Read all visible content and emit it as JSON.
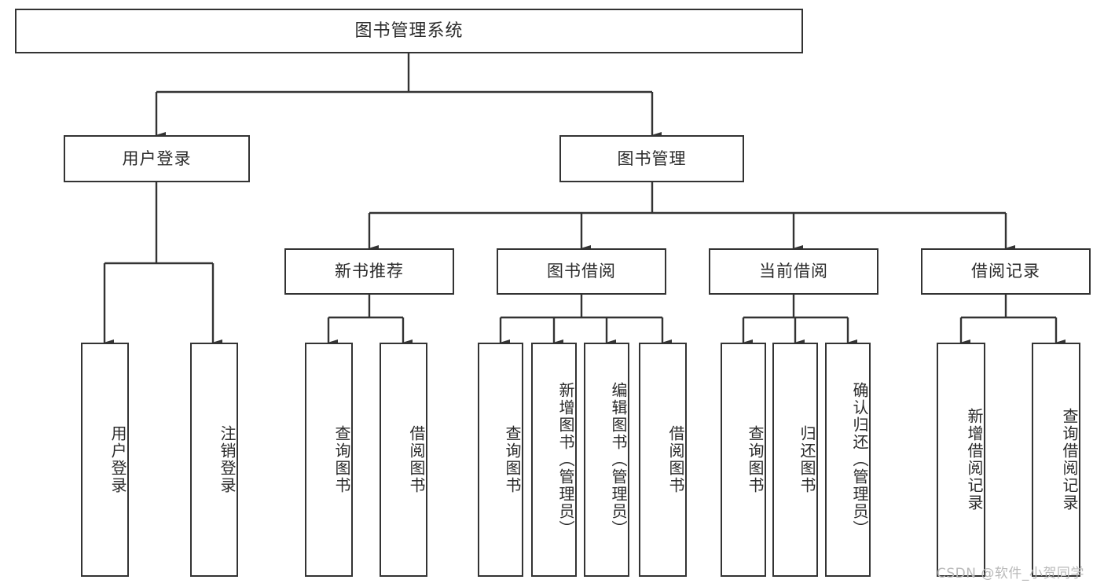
{
  "diagram": {
    "title": "图书管理系统",
    "type": "tree-hierarchy-diagram",
    "watermark": "CSDN @软件_小贺同学",
    "colors": {
      "stroke": "#333333",
      "box_fill": "#ffffff",
      "text": "#2b2b2b",
      "background": "#ffffff",
      "watermark": "#b9b9b9"
    },
    "root": {
      "label": "图书管理系统"
    },
    "level2": [
      {
        "id": "user-login",
        "label": "用户登录"
      },
      {
        "id": "book-manage",
        "label": "图书管理"
      }
    ],
    "level3": [
      {
        "id": "new-book-recommend",
        "label": "新书推荐",
        "parent": "book-manage"
      },
      {
        "id": "book-borrow",
        "label": "图书借阅",
        "parent": "book-manage"
      },
      {
        "id": "current-borrow",
        "label": "当前借阅",
        "parent": "book-manage"
      },
      {
        "id": "borrow-record",
        "label": "借阅记录",
        "parent": "book-manage"
      }
    ],
    "leaves": [
      {
        "id": "leaf-user-login",
        "label": "用户登录",
        "parent": "user-login"
      },
      {
        "id": "leaf-logout-login",
        "label": "注销登录",
        "parent": "user-login"
      },
      {
        "id": "leaf-query-book-1",
        "label": "查询图书",
        "parent": "new-book-recommend"
      },
      {
        "id": "leaf-borrow-book-1",
        "label": "借阅图书",
        "parent": "new-book-recommend"
      },
      {
        "id": "leaf-query-book-2",
        "label": "查询图书",
        "parent": "book-borrow"
      },
      {
        "id": "leaf-add-book",
        "label": "新增图书（管理员）",
        "parent": "book-borrow"
      },
      {
        "id": "leaf-edit-book",
        "label": "编辑图书（管理员）",
        "parent": "book-borrow"
      },
      {
        "id": "leaf-borrow-book-2",
        "label": "借阅图书",
        "parent": "book-borrow"
      },
      {
        "id": "leaf-query-book-3",
        "label": "查询图书",
        "parent": "current-borrow"
      },
      {
        "id": "leaf-return-book",
        "label": "归还图书",
        "parent": "current-borrow"
      },
      {
        "id": "leaf-confirm-return",
        "label": "确认归还（管理员）",
        "parent": "current-borrow"
      },
      {
        "id": "leaf-add-record",
        "label": "新增借阅记录",
        "parent": "borrow-record"
      },
      {
        "id": "leaf-query-record",
        "label": "查询借阅记录",
        "parent": "borrow-record"
      }
    ]
  }
}
